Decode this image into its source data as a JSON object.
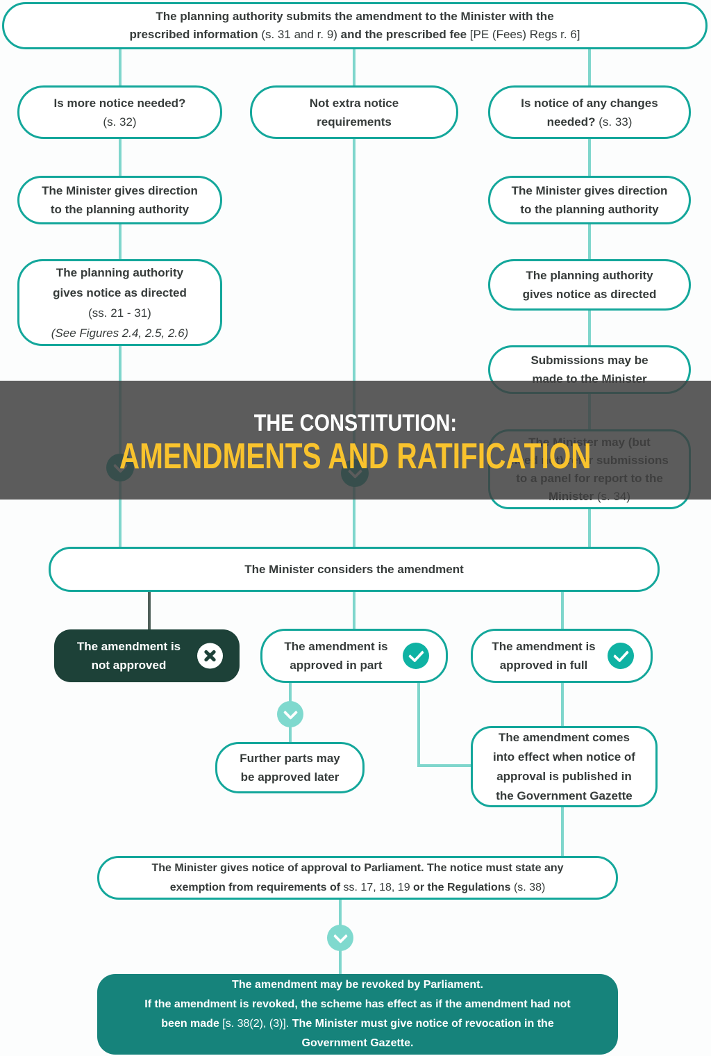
{
  "overlay": {
    "title_line1": "THE CONSTITUTION:",
    "title_line2": "AMENDMENTS AND RATIFICATION"
  },
  "nodes": {
    "submit": {
      "l1": "The planning authority submits the amendment to the Minister with the",
      "l2a": "prescribed information ",
      "l2b": "(s. 31 and r. 9) ",
      "l2c": "and the prescribed fee ",
      "l2d": "[PE (Fees) Regs r. 6]"
    },
    "more_notice": {
      "q": "Is more notice needed?",
      "ref": "(s. 32)"
    },
    "not_extra": {
      "l1": "Not extra notice",
      "l2": "requirements"
    },
    "changes_notice": {
      "l1": "Is notice of any changes",
      "l2a": "needed? ",
      "l2b": "(s. 33)"
    },
    "direction_left": {
      "l1": "The Minister gives direction",
      "l2": "to the planning authority"
    },
    "direction_right": {
      "l1": "The Minister gives direction",
      "l2": "to the planning authority"
    },
    "notice_directed_left": {
      "l1": "The planning authority",
      "l2": "gives notice as directed",
      "ref": "(ss. 21 - 31)",
      "see": "(See Figures 2.4, 2.5, 2.6)"
    },
    "notice_directed_right": {
      "l1": "The planning authority",
      "l2": "gives notice as directed"
    },
    "submissions": {
      "l1": "Submissions may be",
      "l2": "made to the Minister"
    },
    "panel": {
      "l1": "The Minister may (but",
      "l2": "need not) refer submissions",
      "l3": "to a panel for report to the",
      "l4a": "Minister ",
      "l4b": "(s. 34)"
    },
    "considers": {
      "text": "The Minister considers the amendment"
    },
    "not_approved": {
      "l1": "The amendment is",
      "l2": "not approved"
    },
    "approved_part": {
      "l1": "The amendment is",
      "l2": "approved in part"
    },
    "approved_full": {
      "l1": "The amendment is",
      "l2": "approved in full"
    },
    "further_parts": {
      "l1": "Further parts may",
      "l2": "be approved later"
    },
    "comes_into_effect": {
      "l1": "The amendment comes",
      "l2": "into effect when notice of",
      "l3": "approval is published in",
      "l4": "the Government Gazette"
    },
    "notice_parliament": {
      "l1": "The Minister gives notice of approval to Parliament. The notice must state any",
      "l2a": "exemption from requirements of ",
      "l2b": "ss. 17, 18, 19 ",
      "l2c": "or the Regulations ",
      "l2d": "(s. 38)"
    },
    "revoked": {
      "l1": "The amendment may be revoked by Parliament.",
      "l2": "If the amendment is revoked, the scheme has effect as if the amendment had not",
      "l3a": "been made ",
      "l3b": "[s. 38(2), (3)]. ",
      "l3c": "The Minister must give notice of revocation in the",
      "l4": "Government Gazette."
    }
  },
  "icons": {
    "not_approved": "x-icon",
    "approved_part": "check-icon",
    "approved_full": "check-icon",
    "flow_arrows": "chevron-down-icon"
  },
  "colors": {
    "box_border_teal": "#14a79b",
    "connector_teal": "#7fd6cc",
    "connector_dark": "#4e5f59",
    "dark_green_box": "#1d4138",
    "teal_filled_box": "#16837b",
    "check_circle": "#0fb2a3",
    "chevron_circle_light": "#7fd9ce",
    "overlay_gray": "rgba(64,64,64,0.85)",
    "title_white": "#ffffff",
    "title_yellow": "#f9c32d",
    "text_dark": "#363b3a",
    "background": "#fcfdfd"
  }
}
